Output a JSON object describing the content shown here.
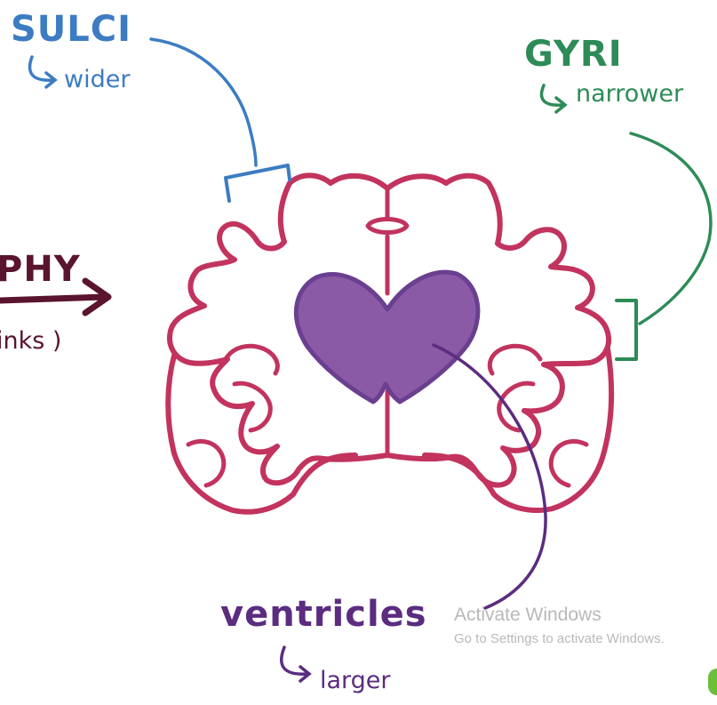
{
  "labels": {
    "sulci": {
      "title": "SULCI",
      "sub": "wider"
    },
    "gyri": {
      "title": "GYRI",
      "sub": "narrower"
    },
    "atrophy": {
      "title": "PHY",
      "sub": "inks )"
    },
    "ventricles": {
      "title": "ventricles",
      "sub": "larger"
    }
  },
  "watermark": {
    "title": "Activate Windows",
    "sub": "Go to Settings to activate Windows."
  },
  "colors": {
    "brain_outline": "#c2335e",
    "ventricle_fill": "#8b5aa6",
    "ventricle_stroke": "#6a3f90",
    "sulci": "#3c7cc2",
    "gyri": "#2e8b57",
    "atrophy": "#5a1430",
    "ventricles_label": "#5b2c80"
  },
  "icons": {
    "arrow": "right-arrow-icon",
    "hook_arrow": "hook-arrow-icon"
  }
}
